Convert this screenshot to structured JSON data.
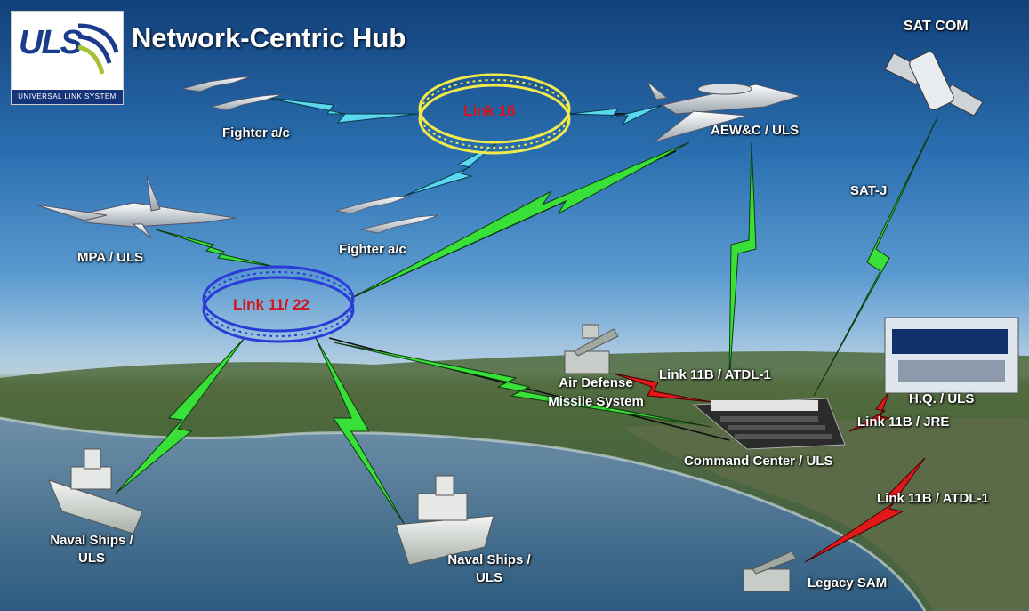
{
  "title": "Network-Centric Hub",
  "logo": {
    "text": "ULS",
    "subtitle": "UNIVERSAL LINK SYSTEM"
  },
  "hubs": {
    "link16": "Link 16",
    "link1122": "Link 11/ 22"
  },
  "nodes": {
    "fighter_top": "Fighter a/c",
    "fighter_mid": "Fighter a/c",
    "aewc": "AEW&C / ULS",
    "satcom": "SAT COM",
    "mpa": "MPA / ULS",
    "air_defense_line1": "Air Defense",
    "air_defense_line2": "Missile System",
    "hq": "H.Q. / ULS",
    "command_center": "Command Center / ULS",
    "naval_left_line1": "Naval Ships /",
    "naval_left_line2": "ULS",
    "naval_right_line1": "Naval Ships /",
    "naval_right_line2": "ULS",
    "legacy_sam": "Legacy SAM"
  },
  "links": {
    "sat_j": "SAT-J",
    "link11b_atdl1_top": "Link 11B / ATDL-1",
    "link11b_jre": "Link 11B / JRE",
    "link11b_atdl1_bottom": "Link 11B / ATDL-1"
  },
  "colors": {
    "green_link": "#38e038",
    "cyan_link": "#5ad8f0",
    "red_link": "#e01818",
    "ring_yellow": "#f2ea4a",
    "ring_blue": "#2a3cd8",
    "ring_text": "#d4141a"
  }
}
